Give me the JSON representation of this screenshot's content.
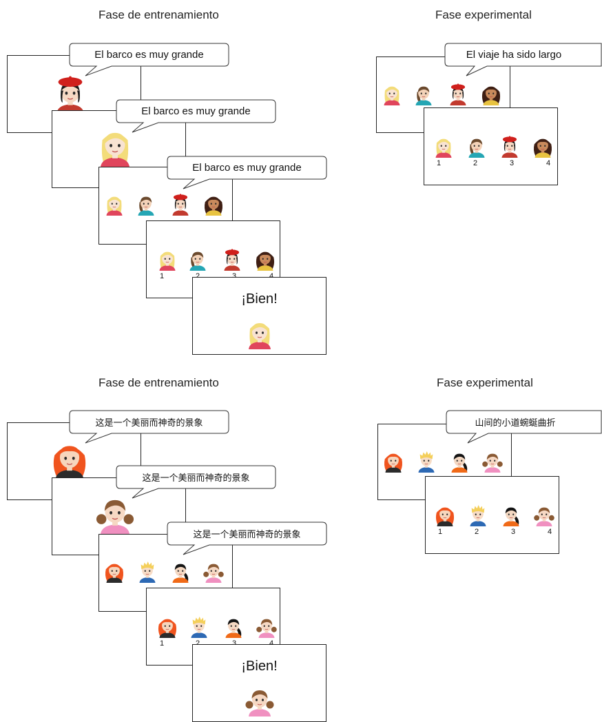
{
  "panels": [
    {
      "training_heading": "Fase de entrenamiento",
      "experimental_heading": "Fase experimental",
      "training_sentence": "El barco es muy grande",
      "experimental_sentence": "El viaje ha sido largo",
      "feedback": "¡Bien!",
      "option_numbers": [
        "1",
        "2",
        "3",
        "4"
      ],
      "speaker_1": "girl-red-beret",
      "speaker_2": "girl-blonde",
      "choices": [
        "girl-blonde",
        "girl-brown-hair",
        "girl-red-beret",
        "girl-dark-curly"
      ],
      "feedback_face": "girl-blonde",
      "cjk": false
    },
    {
      "training_heading": "Fase de entrenamiento",
      "experimental_heading": "Fase experimental",
      "training_sentence": "这是一个美丽而神奇的景象",
      "experimental_sentence": "山间的小道蜿蜒曲折",
      "feedback": "¡Bien!",
      "option_numbers": [
        "1",
        "2",
        "3",
        "4"
      ],
      "speaker_1": "girl-orange-curly",
      "speaker_2": "girl-pigtails",
      "choices": [
        "girl-orange-curly",
        "boy-blond-spiky",
        "girl-black-braid",
        "girl-pigtails"
      ],
      "feedback_face": "girl-pigtails",
      "cjk": true
    }
  ],
  "characters": {
    "girl-red-beret": {
      "hair": "#1b1b1b",
      "skin": "#f6d9c4",
      "shirt": "#c23a2e",
      "hat": "#d0201c",
      "style": "beret"
    },
    "girl-blonde": {
      "hair": "#f3dc7a",
      "skin": "#f8e3d2",
      "shirt": "#e0455c",
      "style": "long"
    },
    "girl-brown-hair": {
      "hair": "#6b4a2e",
      "skin": "#f3d2b8",
      "shirt": "#25a6b4",
      "style": "side"
    },
    "girl-dark-curly": {
      "hair": "#3f1f14",
      "skin": "#c98a5c",
      "shirt": "#e8c340",
      "style": "curly"
    },
    "girl-orange-curly": {
      "hair": "#f0541e",
      "skin": "#f6d6bd",
      "shirt": "#2b2b2b",
      "style": "curly"
    },
    "boy-blond-spiky": {
      "hair": "#f4cf5a",
      "skin": "#f7dcc6",
      "shirt": "#2d69b4",
      "style": "spiky"
    },
    "girl-black-braid": {
      "hair": "#141414",
      "skin": "#f4d8c2",
      "shirt": "#f06a18",
      "style": "braid"
    },
    "girl-pigtails": {
      "hair": "#8a5a34",
      "skin": "#f6d8c3",
      "shirt": "#f090c0",
      "style": "pigtails"
    }
  }
}
